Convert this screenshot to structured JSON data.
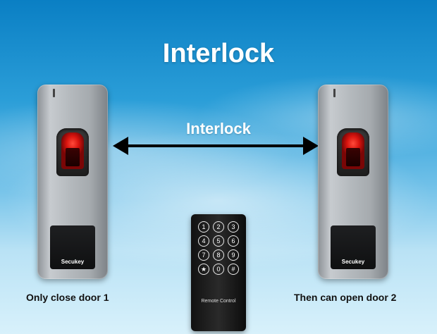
{
  "title": "Interlock",
  "arrow_label": "Interlock",
  "reader_left": {
    "brand": "Secukey"
  },
  "reader_right": {
    "brand": "Secukey"
  },
  "caption_left": "Only close door 1",
  "caption_right": "Then can open door 2",
  "remote": {
    "keys": [
      "1",
      "2",
      "3",
      "4",
      "5",
      "6",
      "7",
      "8",
      "9",
      "★",
      "0",
      "#"
    ],
    "label": "Remote Control"
  },
  "colors": {
    "sensor_red": "#d8140e",
    "arrow": "#000000"
  }
}
